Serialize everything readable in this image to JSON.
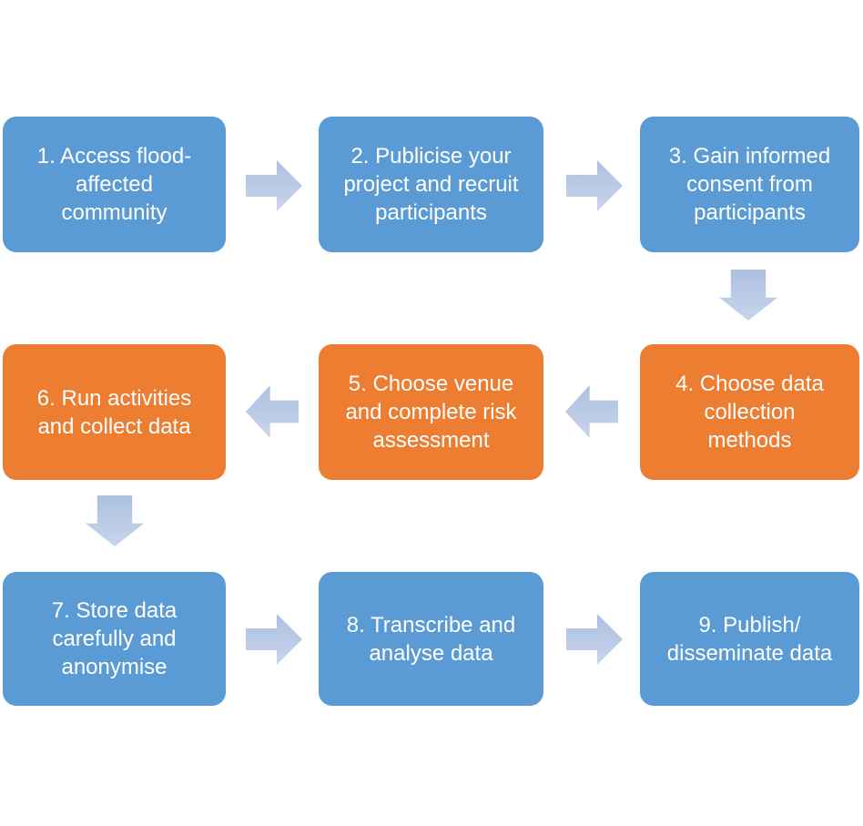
{
  "diagram": {
    "type": "flowchart",
    "description": "Nine-step research process flow in a 3x3 boustrophedon grid",
    "background": "#FFFFFF",
    "palette": {
      "blue": "#5B9BD5",
      "orange": "#ED7D31",
      "arrow_top": "#ACC0E0",
      "arrow_bottom": "#C8D5EC",
      "text": "#FFFFFF"
    },
    "steps": [
      {
        "number": 1,
        "label": "1. Access flood-\naffected\ncommunity",
        "color": "blue"
      },
      {
        "number": 2,
        "label": "2. Publicise your\nproject and recruit\nparticipants",
        "color": "blue"
      },
      {
        "number": 3,
        "label": "3. Gain informed\nconsent from\nparticipants",
        "color": "blue"
      },
      {
        "number": 4,
        "label": "4. Choose data\ncollection\nmethods",
        "color": "orange"
      },
      {
        "number": 5,
        "label": "5. Choose venue\nand complete risk\nassessment",
        "color": "orange"
      },
      {
        "number": 6,
        "label": "6. Run activities\nand collect data",
        "color": "orange"
      },
      {
        "number": 7,
        "label": "7. Store data\ncarefully and\nanonymise",
        "color": "blue"
      },
      {
        "number": 8,
        "label": "8. Transcribe and\nanalyse data",
        "color": "blue"
      },
      {
        "number": 9,
        "label": "9. Publish/\ndisseminate data",
        "color": "blue"
      }
    ],
    "arrows": [
      {
        "from": 1,
        "to": 2,
        "direction": "right"
      },
      {
        "from": 2,
        "to": 3,
        "direction": "right"
      },
      {
        "from": 3,
        "to": 4,
        "direction": "down"
      },
      {
        "from": 4,
        "to": 5,
        "direction": "left"
      },
      {
        "from": 5,
        "to": 6,
        "direction": "left"
      },
      {
        "from": 6,
        "to": 7,
        "direction": "down"
      },
      {
        "from": 7,
        "to": 8,
        "direction": "right"
      },
      {
        "from": 8,
        "to": 9,
        "direction": "right"
      }
    ]
  }
}
